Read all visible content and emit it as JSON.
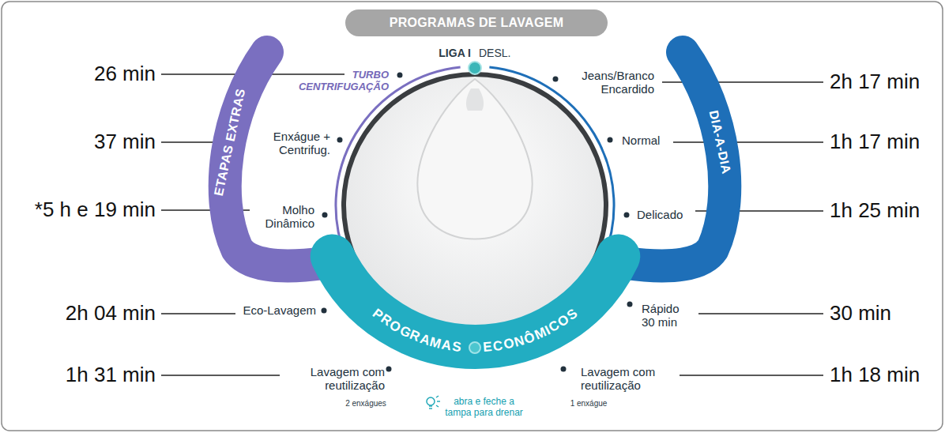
{
  "diagram": {
    "title": "PROGRAMAS DE LAVAGEM",
    "nodes": [
      {
        "text": [
          "ETAPAS EXTRAS"
        ]
      },
      {
        "text": [
          "DIA-A-DIA"
        ]
      },
      {
        "text": [
          "PROGRAMAS ECONÔMICOS"
        ]
      }
    ],
    "labels": [
      "26 min",
      "TURBO CENTRIFUGAÇÃO",
      "LIGA I",
      "DESL.",
      "Jeans/Branco Encardido",
      "2h 17 min",
      "37 min",
      "Enxágue + Centrifug.",
      "Normal",
      "1h 17 min",
      "*5 h e 19 min",
      "Molho Dinâmico",
      "Delicado",
      "1h 25 min",
      "2h 04 min",
      "Eco-Lavagem",
      "Rápido 30 min",
      "30 min",
      "1h 31 min",
      "Lavagem com reutilização",
      "2 enxágues",
      "1h 18 min",
      "Lavagem com reutilização",
      "1 enxágue",
      "abra e feche a tampa para drenar"
    ]
  }
}
